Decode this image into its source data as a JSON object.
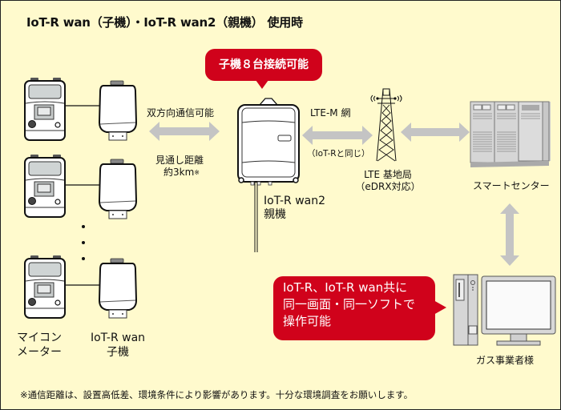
{
  "title": "IoT-R wan（子機）・IoT-R wan2（親機） 使用時",
  "callouts": {
    "capacity": "子機８台接続可能",
    "software": [
      "IoT-R、IoT-R wan共に",
      "同一画面・同一ソフトで",
      "操作可能"
    ]
  },
  "links": {
    "child_to_parent": {
      "top_label": "双方向通信可能",
      "bottom_label_line1": "見通し距離",
      "bottom_label_line2": "約3km",
      "note_mark": "※"
    },
    "parent_to_tower": {
      "top_label": "LTE-M 網",
      "bottom_label": "（IoT-Rと同じ）"
    }
  },
  "nodes": {
    "meter": {
      "label_line1": "マイコン",
      "label_line2": "メーター",
      "icon": "gas-meter-icon"
    },
    "child_unit": {
      "label_line1": "IoT-R wan",
      "label_line2": "子機",
      "icon": "child-unit-icon"
    },
    "parent_unit": {
      "label_line1": "IoT-R wan2",
      "label_line2": "親機",
      "icon": "parent-unit-icon"
    },
    "tower": {
      "label_line1": "LTE 基地局",
      "label_line2": "（eDRX対応）",
      "icon": "cell-tower-icon"
    },
    "smart_center": {
      "label": "スマートセンター",
      "icon": "server-rack-icon"
    },
    "gas_company": {
      "label": "ガス事業者様",
      "icon": "desktop-computer-icon"
    }
  },
  "ellipsis": "・・・",
  "footnote": "※通信距離は、設置高低差、環境条件により影響があります。十分な環境調査をお願いします。",
  "colors": {
    "background": "#fffacd",
    "callout_red": "#d0021b",
    "arrow_gray": "#c4c4c4",
    "border": "#222222"
  }
}
